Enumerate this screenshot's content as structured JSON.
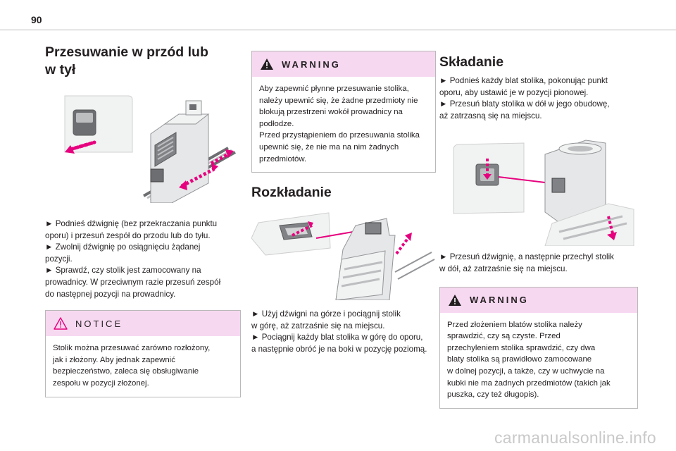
{
  "page_number": "90",
  "col1": {
    "title_line1": "Przesuwanie w przód lub",
    "title_line2": "w tył",
    "steps": [
      "► Podnieś dźwignię (bez przekraczania punktu",
      "oporu) i przesuń zespół do przodu lub do tyłu.",
      "► Zwolnij dźwignię po osiągnięciu żądanej",
      "pozycji.",
      "► Sprawdź, czy stolik jest zamocowany na",
      "prowadnicy. W przeciwnym razie przesuń zespół",
      "do następnej pozycji na prowadnicy."
    ],
    "notice": {
      "heading": "NOTICE",
      "lines": [
        "Stolik można przesuwać zarówno rozłożony,",
        "jak i złożony. Aby jednak zapewnić",
        "bezpieczeństwo, zaleca się obsługiwanie",
        "zespołu w pozycji złożonej."
      ]
    }
  },
  "col2": {
    "warning": {
      "heading": "WARNING",
      "lines": [
        "Aby zapewnić płynne przesuwanie stolika,",
        "należy upewnić się, że żadne przedmioty nie",
        "blokują przestrzeni wokół prowadnicy na",
        "podłodze.",
        "Przed przystąpieniem do przesuwania stolika",
        "upewnić się, że nie ma na nim żadnych",
        "przedmiotów."
      ]
    },
    "title": "Rozkładanie",
    "steps": [
      "► Użyj dźwigni na górze i pociągnij stolik",
      "w górę, aż zatrzaśnie się na miejscu.",
      "► Pociągnij każdy blat stolika w górę do oporu,",
      "a następnie obróć je na boki w pozycję poziomą."
    ]
  },
  "col3": {
    "title": "Składanie",
    "steps_top": [
      "► Podnieś każdy blat stolika, pokonując punkt",
      "oporu, aby ustawić je w pozycji pionowej.",
      "► Przesuń blaty stolika w dół w jego obudowę,",
      "aż zatrzasną się na miejscu."
    ],
    "steps_bottom": [
      "► Przesuń dźwignię, a następnie przechyl stolik",
      "w dół, aż zatrzaśnie się na miejscu."
    ],
    "warning": {
      "heading": "WARNING",
      "lines": [
        "Przed złożeniem blatów stolika należy",
        "sprawdzić, czy są czyste. Przed",
        "przechyleniem stolika sprawdzić, czy dwa",
        "blaty stolika są prawidłowo zamocowane",
        "w dolnej pozycji, a także, czy w uchwycie na",
        "kubki nie ma żadnych przedmiotów (takich jak",
        "puszka, czy też długopis)."
      ]
    }
  },
  "watermark": "carmanualsonline.info",
  "colors": {
    "accent_pink": "#e6007e",
    "box_header": "#f7d8f1",
    "rule": "#b9b9b9"
  }
}
